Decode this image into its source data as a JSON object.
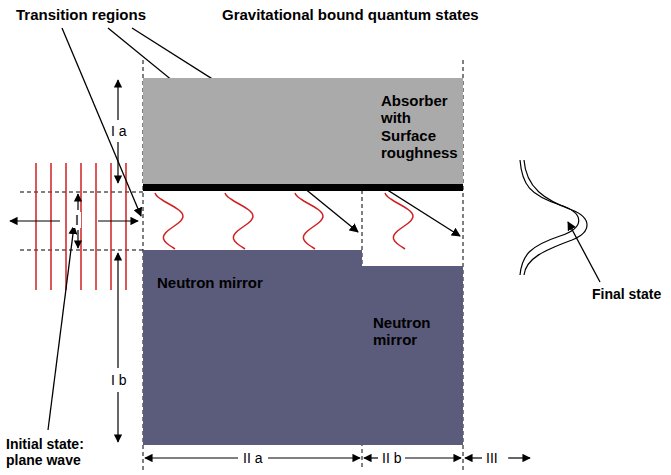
{
  "diagram": {
    "title": "Gravitational bound quantum states",
    "nodes": [
      {
        "text": [
          "Absorber with Surface roughness"
        ]
      },
      {
        "text": [
          "Neutron mirror"
        ]
      },
      {
        "text": [
          "Neutron mirror"
        ]
      }
    ],
    "labels": [
      "Transition regions",
      "I a",
      "I",
      "I b",
      "II a",
      "II b",
      "III",
      "Final state",
      "Initial state: plane wave"
    ]
  }
}
